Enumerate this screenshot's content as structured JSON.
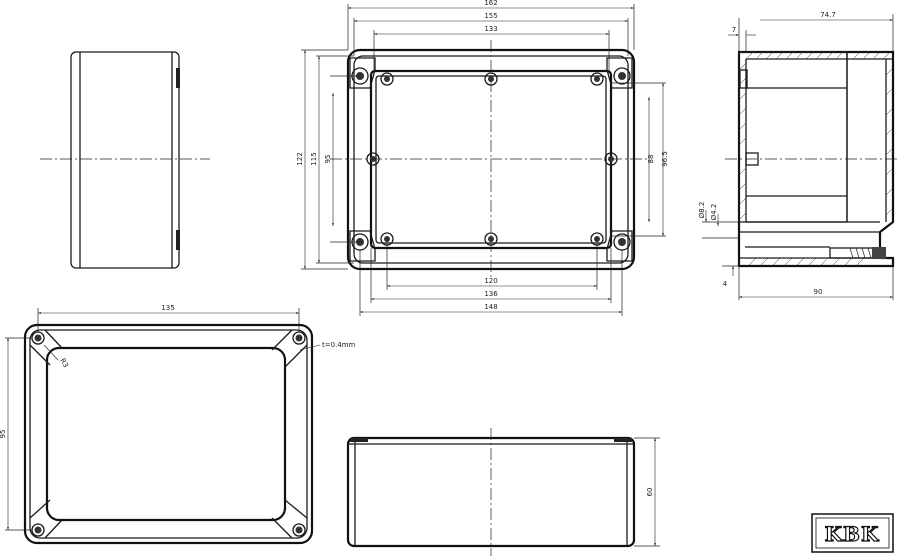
{
  "top_view": {
    "dims": {
      "width_overall": "162",
      "width_lid": "155",
      "width_screw_top": "133",
      "height_overall": "122",
      "height_lid": "115",
      "height_screw_left": "95",
      "height_screw_right": "88",
      "height_screw_right2": "96.5",
      "bottom_screw": "120",
      "bottom_inner": "136",
      "bottom_outer": "148"
    }
  },
  "section_view": {
    "dims": {
      "top_small": "7",
      "top_depth": "74.7",
      "dia_big": "Ø8.2",
      "dia_small": "Ø4.2",
      "bottom_small": "4",
      "depth_overall": "90"
    }
  },
  "lid_view": {
    "dims": {
      "width": "135",
      "height": "95",
      "corner_radius": "R3",
      "gasket_note": "t=0.4mm"
    }
  },
  "front_view": {
    "dims": {
      "height": "60"
    }
  },
  "logo": {
    "text": "KBK"
  }
}
